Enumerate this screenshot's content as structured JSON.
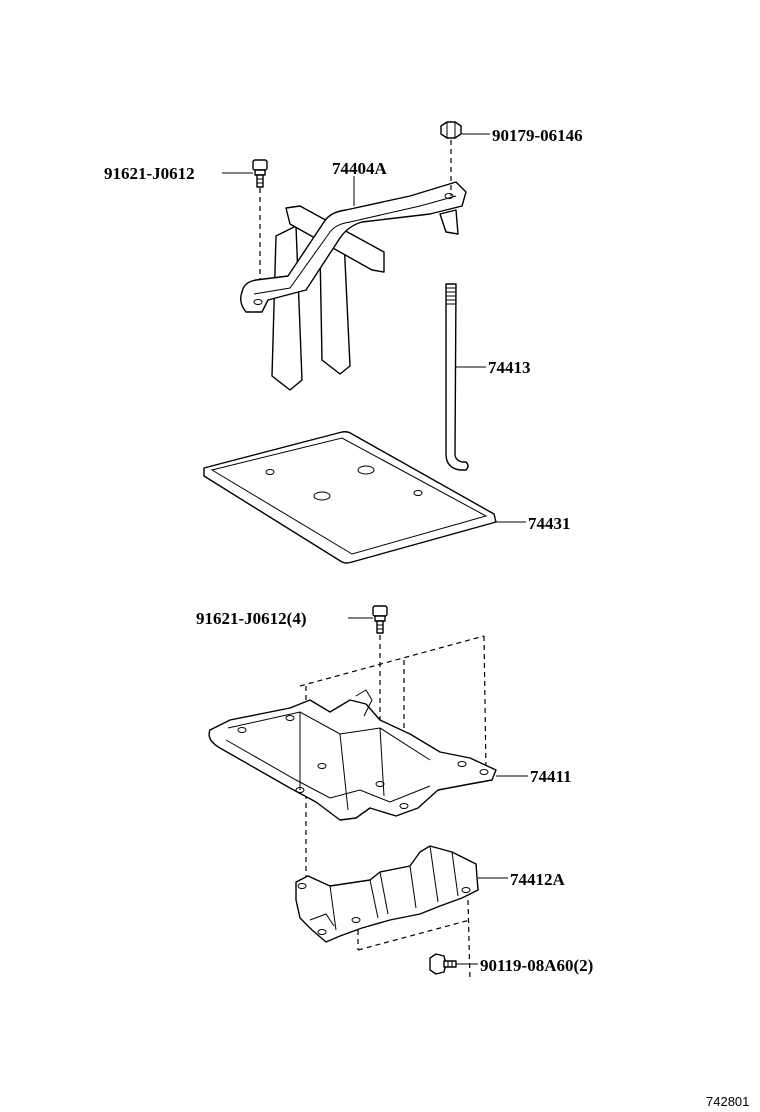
{
  "parts": {
    "bolt_upper_left": "91621-J0612",
    "hold_down_clamp": "74404A",
    "nut_upper_right": "90179-06146",
    "clamp_bolt_rod": "74413",
    "battery_tray": "74431",
    "bolt_carrier": "91621-J0612(4)",
    "battery_carrier": "74411",
    "carrier_bracket": "74412A",
    "bolt_lower": "90119-08A60(2)"
  },
  "diagram_ref": "742801"
}
